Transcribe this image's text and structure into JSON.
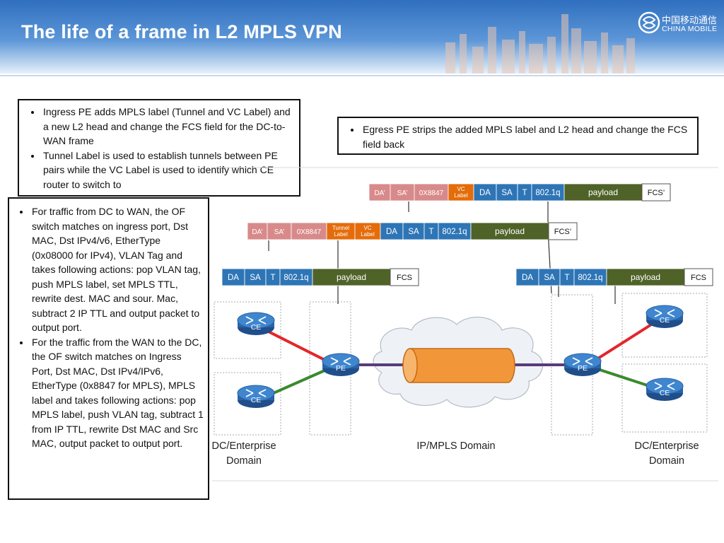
{
  "title": "The life of a frame in L2 MPLS VPN",
  "logo": {
    "cn": "中国移动通信",
    "en": "CHINA MOBILE"
  },
  "notes": {
    "ingress": [
      "Ingress PE adds MPLS label (Tunnel and VC Label) and a new L2 head and change the FCS field for the DC-to-WAN frame",
      "Tunnel Label is used to establish tunnels between PE pairs while the VC Label is used to identify which CE router to switch to"
    ],
    "egress": [
      "Egress PE strips the added MPLS label and L2 head and change the FCS field back"
    ],
    "traffic": [
      "For traffic from DC to WAN, the OF switch matches on ingress port, Dst MAC, Dst IPv4/v6, EtherType (0x08000 for IPv4), VLAN Tag and takes following actions: pop VLAN tag, push MPLS label, set MPLS TTL, rewrite dest. MAC and sour. Mac, subtract 2 IP TTL and output packet to output port.",
      "For the traffic from the WAN to the DC, the OF switch matches on Ingress Port, Dst MAC, Dst IPv4/IPv6, EtherType (0x8847 for MPLS), MPLS label and takes following actions: pop MPLS label, push VLAN tag, subtract 1 from IP TTL, rewrite Dst MAC and Src MAC, output packet to output port."
    ]
  },
  "frames": {
    "top": [
      "DA’",
      "SA’",
      "0X8847",
      "VC Label",
      "DA",
      "SA",
      "T",
      "802.1q",
      "payload",
      "FCS’"
    ],
    "middle": [
      "DA’",
      "SA’",
      "0X8847",
      "Tunnel Label",
      "VC Label",
      "DA",
      "SA",
      "T",
      "802.1q",
      "payload",
      "FCS’"
    ],
    "left": [
      "DA",
      "SA",
      "T",
      "802.1q",
      "payload",
      "FCS"
    ],
    "right": [
      "DA",
      "SA",
      "T",
      "802.1q",
      "payload",
      "FCS"
    ]
  },
  "nodes": {
    "ce": "CE",
    "pe": "PE"
  },
  "domains": {
    "left": "DC/Enterprise Domain",
    "center": "IP/MPLS Domain",
    "right": "DC/Enterprise Domain"
  },
  "colors": {
    "banner": "#2f6fbf",
    "header_field": "#d88a8a",
    "label_field": "#e46c0a",
    "l2_field": "#2e75b6",
    "payload": "#4f6228",
    "tunnel": "#f2963a",
    "dc_link": "#e3262b",
    "wan_link": "#3a8a2e",
    "core_link": "#5a3a7a"
  }
}
